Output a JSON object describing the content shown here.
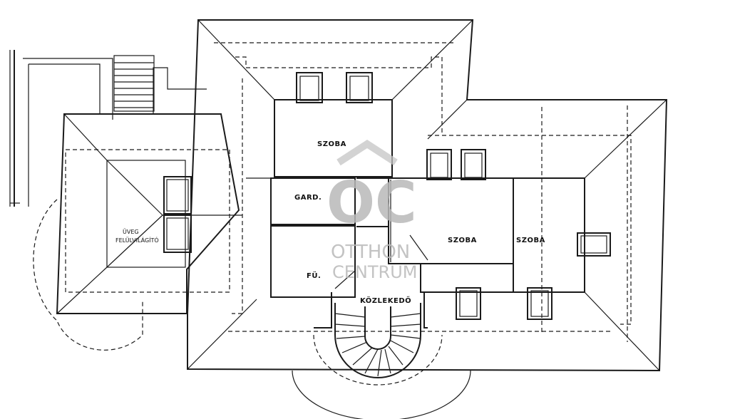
{
  "rooms": {
    "szoba_top": "SZOBA",
    "gard": "GARD.",
    "fu": "FÜ.",
    "szoba_middle": "SZOBA",
    "szoba_right": "SZOBA",
    "kozlekedo": "KÖZLEKEDŐ"
  },
  "skylight": {
    "line1": "ÜVEG",
    "line2": "FELÜLVILÁGÍTÓ"
  },
  "watermark": {
    "logo": "OC",
    "line1": "OTTHON",
    "line2": "CENTRUM"
  },
  "colors": {
    "ink": "#1a1a1a",
    "watermark": "#b9b9b9"
  }
}
